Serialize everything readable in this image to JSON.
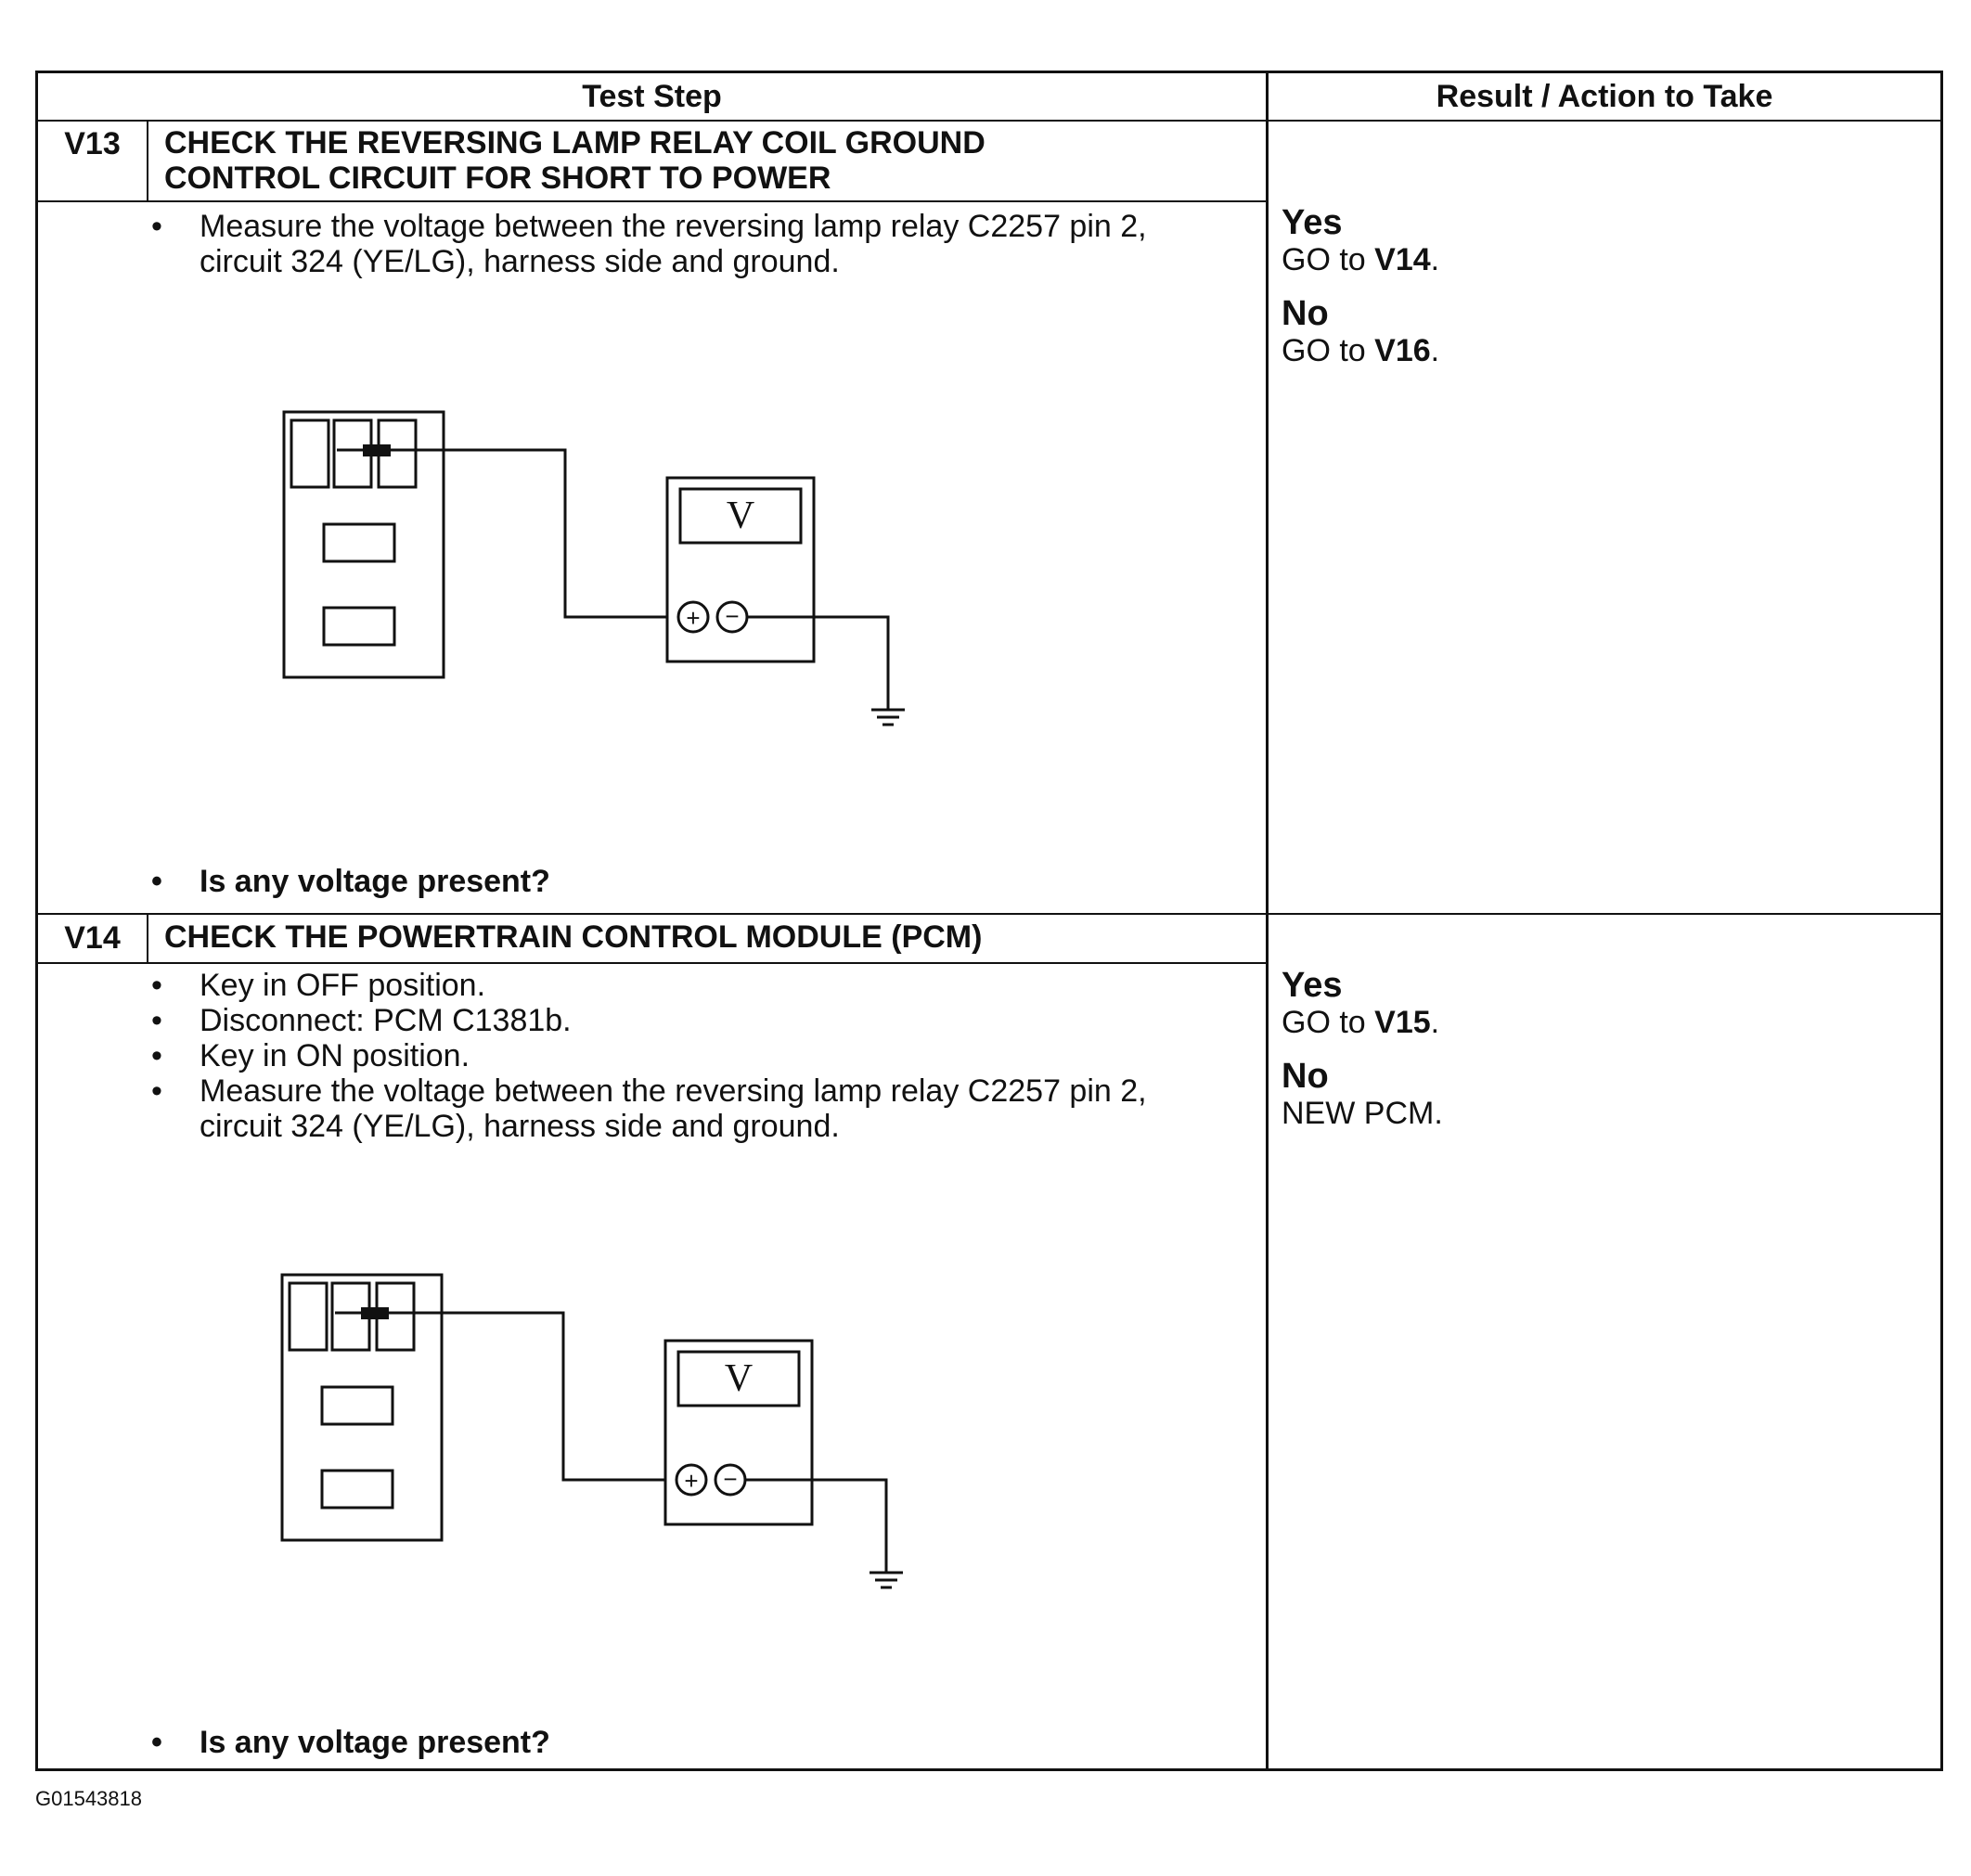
{
  "columns": {
    "test_step": "Test Step",
    "result": "Result / Action to Take"
  },
  "steps": [
    {
      "id": "V13",
      "title": [
        "CHECK THE REVERSING LAMP RELAY COIL GROUND",
        "CONTROL CIRCUIT FOR SHORT TO POWER"
      ],
      "instructions": [
        "Measure the voltage between the reversing lamp relay C2257 pin 2, circuit 324 (YE/LG), harness side and ground."
      ],
      "question": "Is any voltage present?",
      "results": [
        {
          "answer": "Yes",
          "prefix": "GO to ",
          "target": "V14",
          "suffix": "."
        },
        {
          "answer": "No",
          "prefix": "GO to ",
          "target": "V16",
          "suffix": "."
        }
      ],
      "meter_label": "V"
    },
    {
      "id": "V14",
      "title": [
        "CHECK THE POWERTRAIN CONTROL MODULE (PCM)"
      ],
      "instructions": [
        "Key in OFF position.",
        "Disconnect: PCM C1381b.",
        "Key in ON position.",
        "Measure the voltage between the reversing lamp relay C2257 pin 2, circuit 324 (YE/LG), harness side and ground."
      ],
      "question": "Is any voltage present?",
      "results": [
        {
          "answer": "Yes",
          "prefix": "GO to ",
          "target": "V15",
          "suffix": "."
        },
        {
          "answer": "No",
          "prefix": "",
          "target": "",
          "suffix": "NEW PCM."
        }
      ],
      "meter_label": "V"
    }
  ],
  "figure_code": "G01543818"
}
